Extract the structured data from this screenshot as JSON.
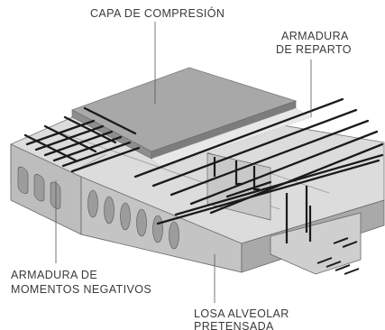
{
  "labels": {
    "capa": "CAPA DE COMPRESIÓN",
    "reparto_line1": "ARMADURA",
    "reparto_line2": "DE REPARTO",
    "negativos_line1": "ARMADURA DE",
    "negativos_line2": "MOMENTOS NEGATIVOS",
    "losa_line1": "LOSA  ALVEOLAR",
    "losa_line2": "PRETENSADA"
  },
  "colors": {
    "slab_top": "#dcdcdc",
    "slab_side": "#bdbdbd",
    "cores": "#9c9c9c",
    "capa_top": "#a8a8a8",
    "capa_edge": "#888888",
    "rebar": "#1a1a1a",
    "leader": "#555555",
    "text": "#3a3a3a"
  }
}
